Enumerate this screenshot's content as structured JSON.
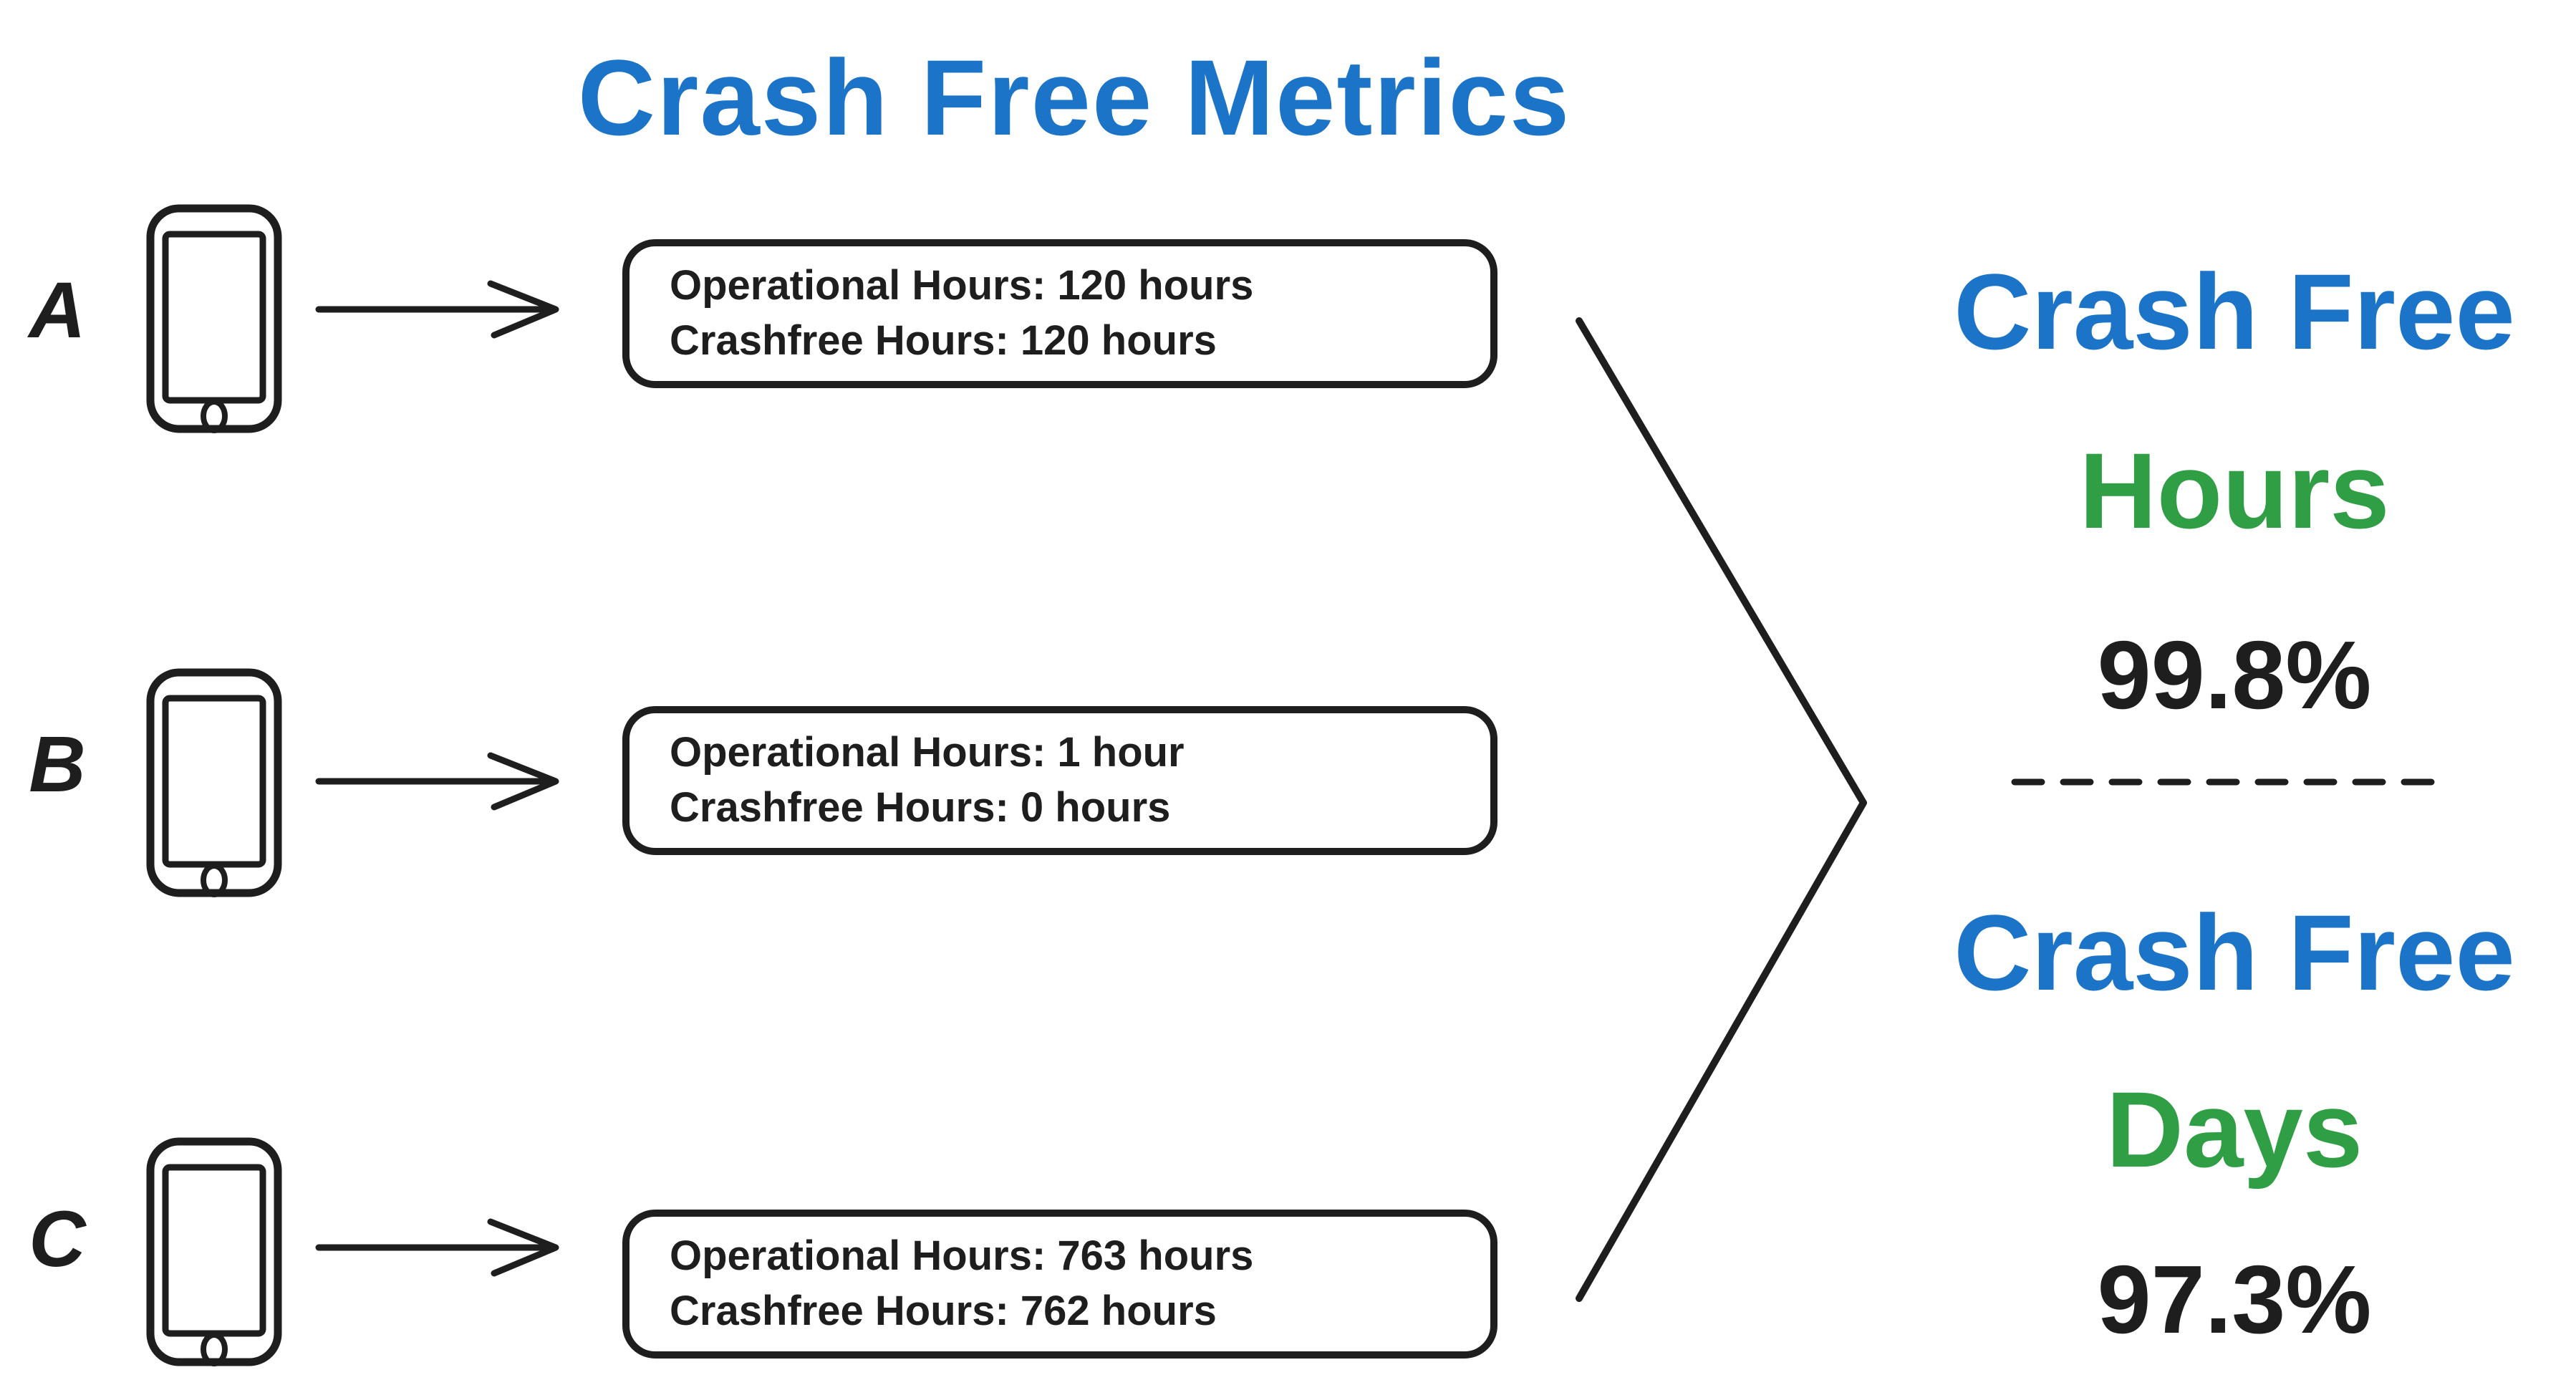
{
  "title": "Crash Free Metrics",
  "colors": {
    "blue": "#1c74c9",
    "green": "#2f9e44",
    "ink": "#1e1e1e"
  },
  "rows": [
    {
      "label": "A",
      "metrics": {
        "operational": "Operational Hours: 120 hours",
        "crashfree": "Crashfree Hours: 120 hours"
      }
    },
    {
      "label": "B",
      "metrics": {
        "operational": "Operational Hours: 1 hour",
        "crashfree": "Crashfree Hours: 0 hours"
      }
    },
    {
      "label": "C",
      "metrics": {
        "operational": "Operational Hours: 763 hours",
        "crashfree": "Crashfree Hours: 762 hours"
      }
    }
  ],
  "results": {
    "hours": {
      "prefix": "Crash Free",
      "unit": "Hours",
      "value": "99.8%"
    },
    "days": {
      "prefix": "Crash Free",
      "unit": "Days",
      "value": "97.3%"
    }
  }
}
